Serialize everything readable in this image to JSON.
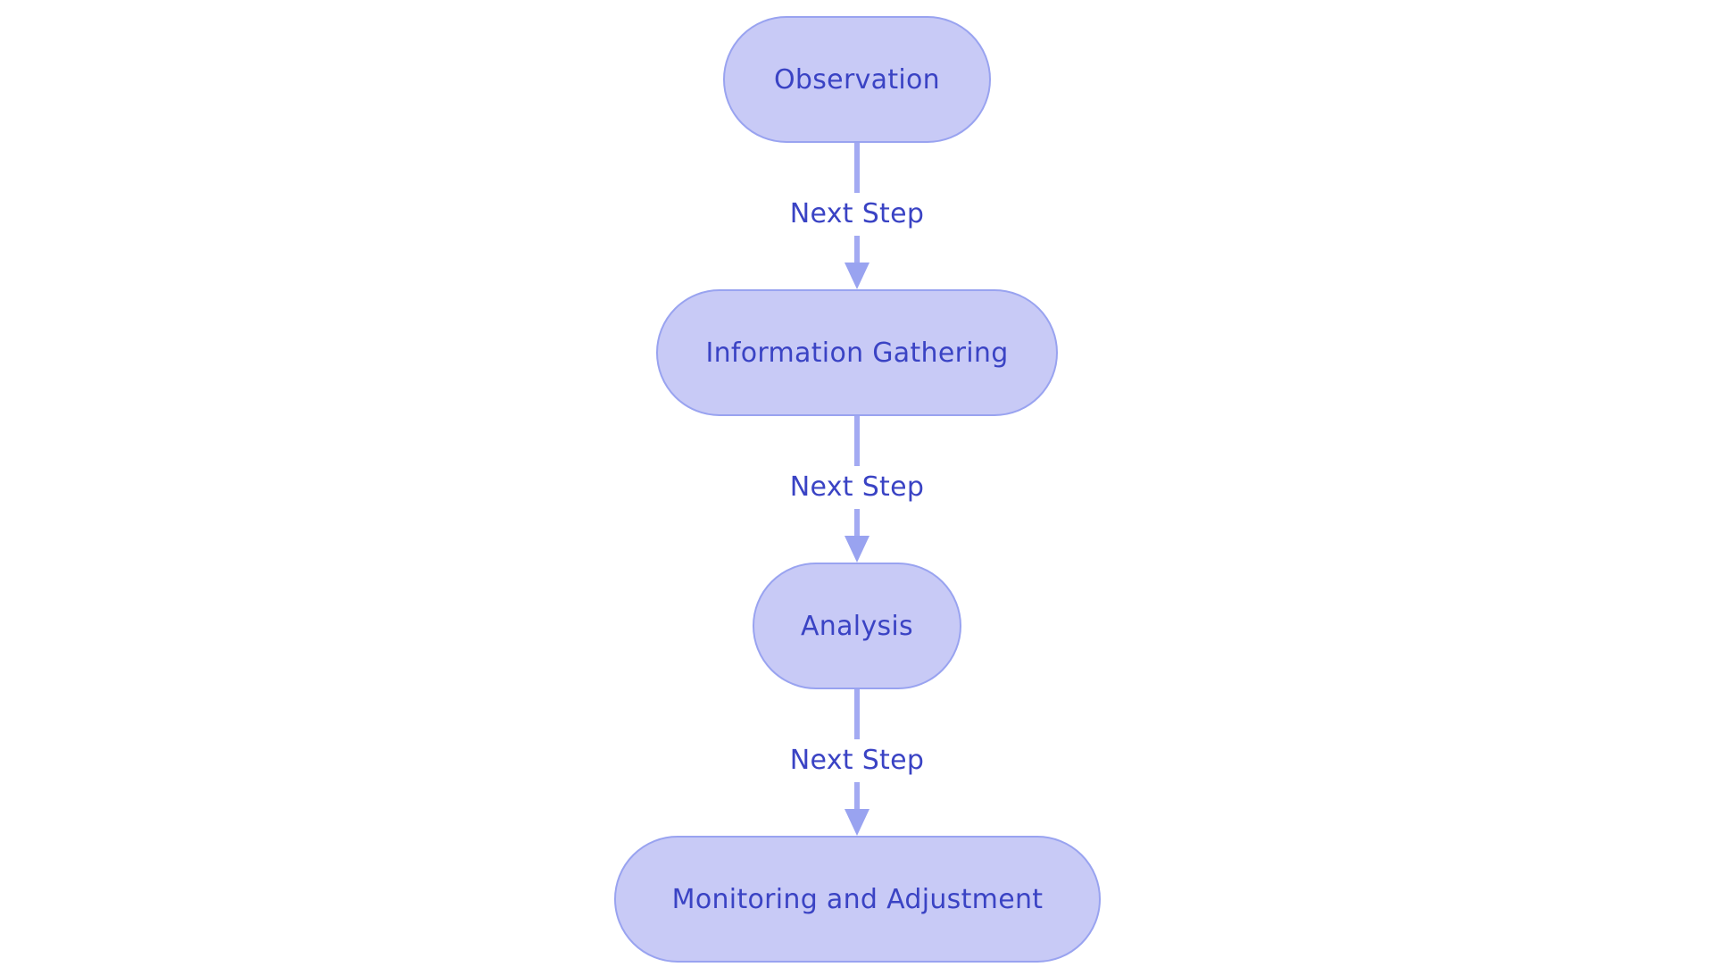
{
  "diagram": {
    "type": "flowchart",
    "direction": "top-down",
    "background_color": "#ffffff",
    "colors": {
      "node_fill": "#c8caf6",
      "node_border": "#99a3f0",
      "node_text": "#3a43c4",
      "edge_line": "#a3aaf2",
      "edge_arrowhead": "#99a3f0",
      "edge_label_text": "#3a43c4"
    },
    "nodes": [
      {
        "id": "observation",
        "label": "Observation"
      },
      {
        "id": "information_gathering",
        "label": "Information Gathering"
      },
      {
        "id": "analysis",
        "label": "Analysis"
      },
      {
        "id": "monitoring_and_adjustment",
        "label": "Monitoring and Adjustment"
      }
    ],
    "edges": [
      {
        "from": "observation",
        "to": "information_gathering",
        "label": "Next Step"
      },
      {
        "from": "information_gathering",
        "to": "analysis",
        "label": "Next Step"
      },
      {
        "from": "analysis",
        "to": "monitoring_and_adjustment",
        "label": "Next Step"
      }
    ]
  }
}
